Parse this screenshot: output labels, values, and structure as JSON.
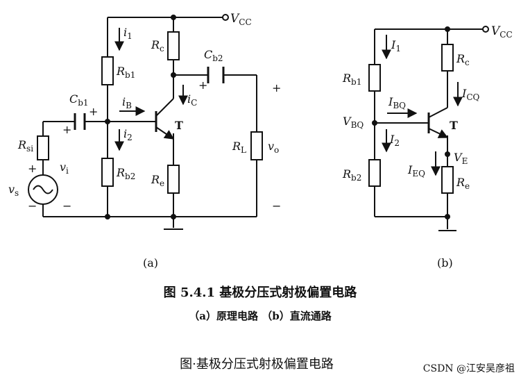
{
  "figure": {
    "title": "图 5.4.1   基极分压式射极偏置电路",
    "subtitle": "（a）原理电路  （b）直流通路",
    "caption_below": "图·基极分压式射极偏置电路",
    "watermark": "CSDN @江安吴彦祖"
  },
  "circuit_a": {
    "panel_label": "(a)",
    "vcc": {
      "main": "V",
      "sub": "CC"
    },
    "resistors": [
      {
        "main": "R",
        "sub": "b1"
      },
      {
        "main": "R",
        "sub": "c"
      },
      {
        "main": "R",
        "sub": "b2"
      },
      {
        "main": "R",
        "sub": "e"
      },
      {
        "main": "R",
        "sub": "L"
      },
      {
        "main": "R",
        "sub": "si"
      }
    ],
    "capacitors": [
      {
        "main": "C",
        "sub": "b1"
      },
      {
        "main": "C",
        "sub": "b2"
      }
    ],
    "currents": [
      {
        "main": "i",
        "sub": "1"
      },
      {
        "main": "i",
        "sub": "B"
      },
      {
        "main": "i",
        "sub": "C"
      },
      {
        "main": "i",
        "sub": "2"
      }
    ],
    "transistor": "T",
    "source": {
      "vs_main": "v",
      "vs_sub": "s",
      "vi_main": "v",
      "vi_sub": "i"
    },
    "output": {
      "main": "v",
      "sub": "o"
    },
    "signs": {
      "plus": "+",
      "minus": "−"
    }
  },
  "circuit_b": {
    "panel_label": "(b)",
    "vcc": {
      "main": "V",
      "sub": "CC"
    },
    "resistors": [
      {
        "main": "R",
        "sub": "b1"
      },
      {
        "main": "R",
        "sub": "c"
      },
      {
        "main": "R",
        "sub": "b2"
      },
      {
        "main": "R",
        "sub": "e"
      }
    ],
    "currents": [
      {
        "main": "I",
        "sub": "1"
      },
      {
        "main": "I",
        "sub": "BQ"
      },
      {
        "main": "I",
        "sub": "CQ"
      },
      {
        "main": "I",
        "sub": "2"
      },
      {
        "main": "I",
        "sub": "EQ"
      }
    ],
    "voltages": [
      {
        "main": "V",
        "sub": "BQ"
      },
      {
        "main": "V",
        "sub": "E"
      }
    ],
    "transistor": "T"
  }
}
